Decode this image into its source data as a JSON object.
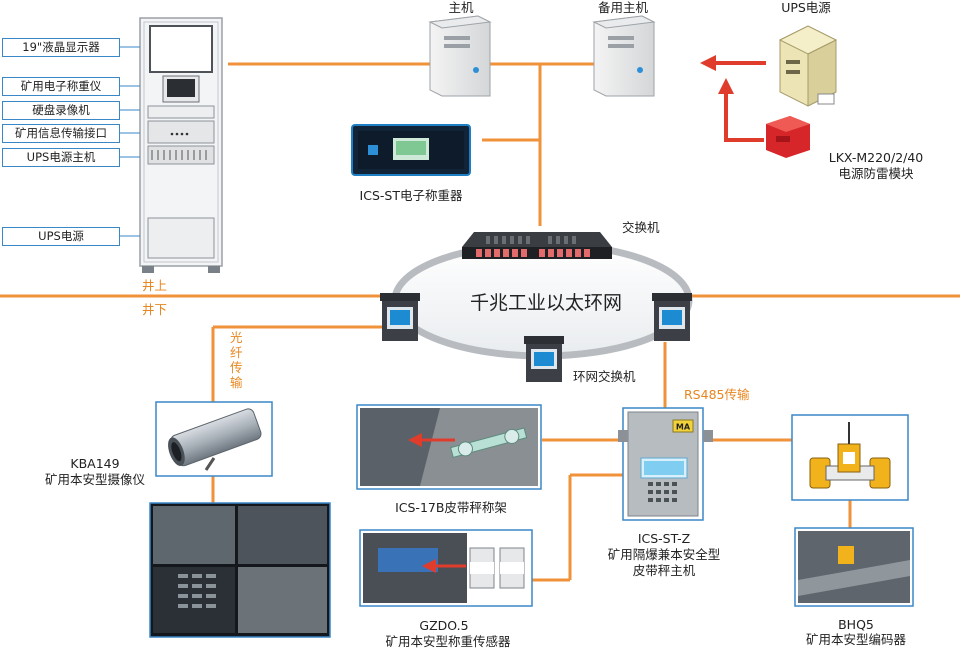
{
  "diagram": {
    "cabinet_tags": [
      "19\"液晶显示器",
      "矿用电子称重仪",
      "硬盘录像机",
      "矿用信息传输接口",
      "UPS电源主机",
      "UPS电源"
    ],
    "host_label": "主机",
    "backup_host_label": "备用主机",
    "ups_label": "UPS电源",
    "surge_label_1": "LKX-M220/2/40",
    "surge_label_2": "电源防雷模块",
    "weigher_label": "ICS-ST电子称重器",
    "switch_label": "交换机",
    "ring_label": "千兆工业以太环网",
    "above_ground": "井上",
    "below_ground": "井下",
    "ring_switch_label": "环网交换机",
    "fiber_label": "光纤传输",
    "rs485_label": "RS485传输",
    "camera_label_1": "KBA149",
    "camera_label_2": "矿用本安型摄像仪",
    "belt_scale_label": "ICS-17B皮带秤称架",
    "sensor_label_1": "GZDO.5",
    "sensor_label_2": "矿用本安型称重传感器",
    "main_unit_label_1": "ICS-ST-Z",
    "main_unit_label_2": "矿用隔爆兼本安全型",
    "main_unit_label_3": "皮带秤主机",
    "encoder_label_1": "BHQ5",
    "encoder_label_2": "矿用本安型编码器",
    "ma_badge": "MA"
  },
  "colors": {
    "link_orange": "#f0923a",
    "frame_blue": "#3a87c8",
    "red_arrow": "#e03c2c",
    "ring_gray": "#b8bcc0"
  }
}
